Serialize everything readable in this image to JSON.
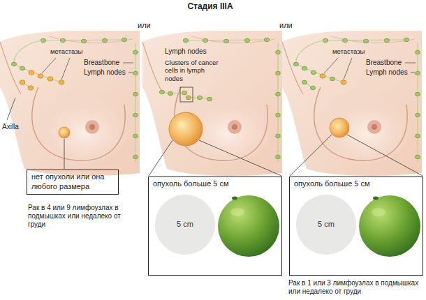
{
  "diagram": {
    "title": "Стадия IIIA",
    "nodes": [
      {
        "text": [
          "нет опухоли или она любого размера"
        ]
      },
      {
        "text": [
          "опухоль больше 5 см"
        ]
      },
      {
        "text": [
          "5 cm"
        ],
        "in": 1
      },
      {
        "text": [
          "опухоль больше 5 см"
        ]
      },
      {
        "text": [
          "5 cm"
        ],
        "in": 3
      }
    ],
    "labels": [
      "или",
      "или",
      "метастазы",
      "Breastbone",
      "Lymph nodes",
      "Axilla",
      "Lymph nodes",
      "Clusters of cancer cells in lymph nodes",
      "метастазы",
      "Breastbone",
      "Lymph nodes",
      "Рак в 4 или 9 лимфоузлах в подмышках или недалеко от груди",
      "Рак в 1 или 3 лимфоузлах в подмышках или недалеко от груди"
    ]
  }
}
